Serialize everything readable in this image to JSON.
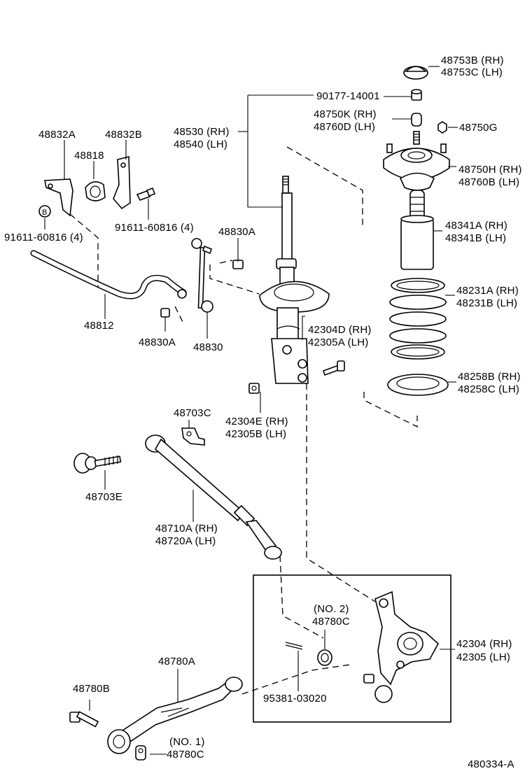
{
  "diagram_code": "480334-A",
  "labels": {
    "cap_rh": "48753B (RH)",
    "cap_lh": "48753C (LH)",
    "nut_90177": "90177-14001",
    "mount_k_rh": "48750K (RH)",
    "mount_d_lh": "48760D (LH)",
    "nut_48750g": "48750G",
    "strut_rh": "48530 (RH)",
    "strut_lh": "48540 (LH)",
    "bracket_a": "48832A",
    "bracket_b": "48832B",
    "bushing": "48818",
    "upper_mount_rh": "48750H (RH)",
    "upper_mount_lh": "48760B (LH)",
    "bolt_left": "91611-60816 (4)",
    "bolt_mid": "91611-60816 (4)",
    "nut_48830a_top": "48830A",
    "bumper_rh": "48341A (RH)",
    "bumper_lh": "48341B (LH)",
    "spring_rh": "48231A (RH)",
    "spring_lh": "48231B (LH)",
    "stabilizer_bar": "48812",
    "bolt_rh": "42304D (RH)",
    "bolt_lh": "42305A (LH)",
    "nut_48830a_bottom": "48830A",
    "link": "48830",
    "insulator_rh": "48258B (RH)",
    "insulator_lh": "48258C (LH)",
    "bracket_48703c": "48703C",
    "nut_e_rh": "42304E (RH)",
    "nut_b_lh": "42305B (LH)",
    "cam_bolt": "48703E",
    "arm_rh": "48710A (RH)",
    "arm_lh": "48720A (LH)",
    "no2": "(NO. 2)",
    "bushing_no2": "48780C",
    "knuckle_rh": "42304 (RH)",
    "knuckle_lh": "42305 (LH)",
    "lower_arm": "48780A",
    "bolt_48780b": "48780B",
    "cotter_pin": "95381-03020",
    "no1": "(NO. 1)",
    "bushing_no1": "48780C"
  }
}
